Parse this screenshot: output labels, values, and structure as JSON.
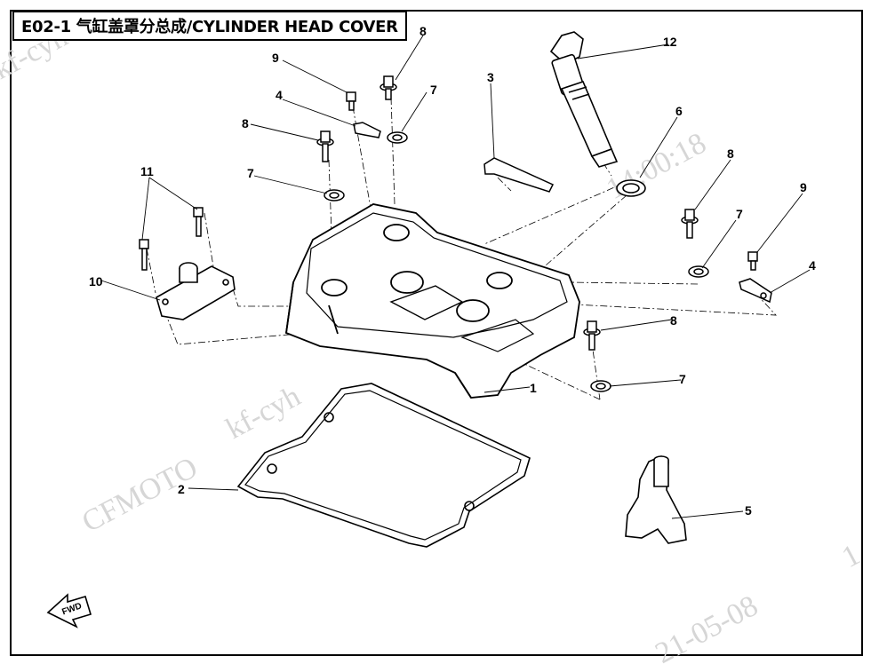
{
  "title": "E02-1  气缸盖罩分总成/CYLINDER HEAD COVER",
  "callouts": {
    "c1": "1",
    "c2": "2",
    "c3": "3",
    "c4a": "4",
    "c4b": "4",
    "c5": "5",
    "c6": "6",
    "c7a": "7",
    "c7b": "7",
    "c7c": "7",
    "c7d": "7",
    "c8a": "8",
    "c8b": "8",
    "c8c": "8",
    "c8d": "8",
    "c9a": "9",
    "c9b": "9",
    "c10": "10",
    "c11": "11",
    "c12": "12"
  },
  "fwd_label": "FWD",
  "watermarks": {
    "brand": "CFMOTO",
    "user_mid": "kf-cyh",
    "user_top": "kf-cyh",
    "time": "14:00:18",
    "date_mid": "21-05-08",
    "date_bottom": "21-05-08",
    "date_edge": "1"
  },
  "colors": {
    "line": "#000000",
    "watermark": "#d6d6d6",
    "background": "#ffffff"
  }
}
